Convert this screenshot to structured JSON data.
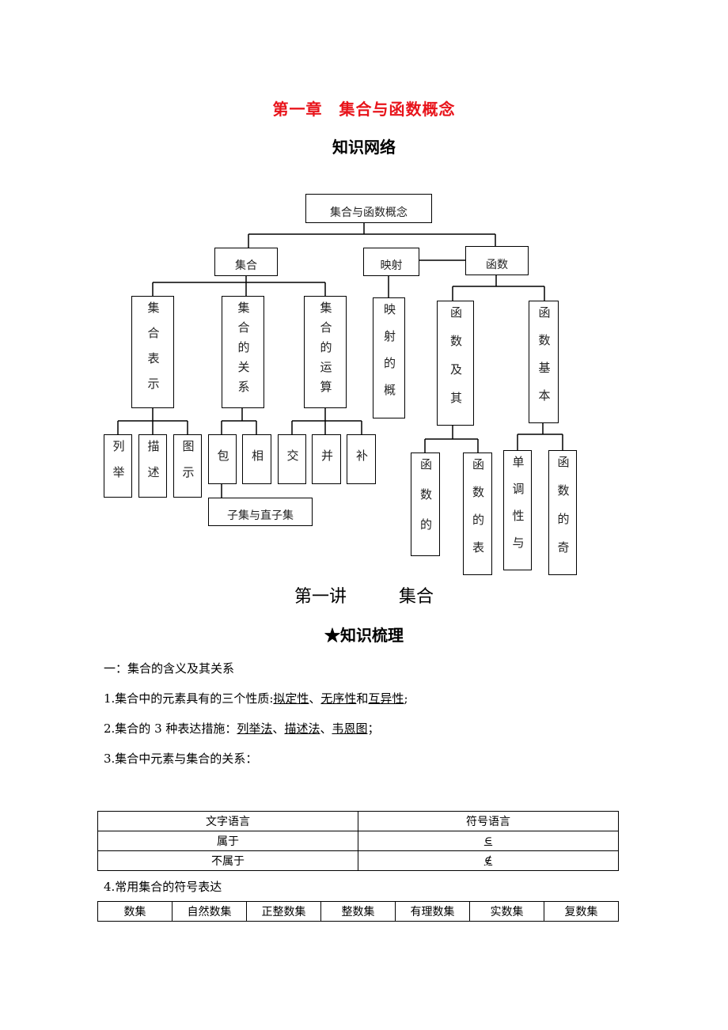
{
  "chapter_title": "第一章　集合与函数概念",
  "network_title": "知识网络",
  "diagram": {
    "root": "集合与函数概念",
    "set": "集合",
    "mapping": "映射",
    "function": "函数",
    "set_repr": "集合表示",
    "set_relation": "集合的关系",
    "set_operation": "集合的运算",
    "mapping_concept": "映射的概",
    "func_and": "函数及其",
    "func_basic": "函数基本",
    "list": "列举",
    "describe": "描述",
    "diagram": "图示",
    "contain": "包",
    "equal": "相",
    "intersect": "交",
    "union": "并",
    "complement": "补",
    "subset": "子集与直子集",
    "func_concept": "函数的",
    "func_repr": "函数的表",
    "monotonic": "单调性与",
    "func_odd": "函数的奇"
  },
  "lecture_title": "第一讲　　　集合",
  "section_title": "★知识梳理",
  "paragraphs": {
    "p0": "一：集合的含义及其关系",
    "p1_a": "1.集合中的元素具有的三个性质:",
    "p1_u1": "拟定性",
    "p1_b": "、",
    "p1_u2": "无序性",
    "p1_c": "和",
    "p1_u3": "互异性",
    "p1_d": ";",
    "p2_a": "2.集合的 3 种表达措施：",
    "p2_u1": "列举法",
    "p2_b": "、",
    "p2_u2": "描述法",
    "p2_c": "、",
    "p2_u3": "韦恩图",
    "p2_d": "；",
    "p3": "3.集合中元素与集合的关系：",
    "p4": "4.常用集合的符号表达"
  },
  "relation_table": {
    "headers": [
      "文字语言",
      "符号语言"
    ],
    "rows": [
      [
        "属于",
        "∈"
      ],
      [
        "不属于",
        "∉"
      ]
    ]
  },
  "sets_table": [
    "数集",
    "自然数集",
    "正整数集",
    "整数集",
    "有理数集",
    "实数集",
    "复数集"
  ]
}
